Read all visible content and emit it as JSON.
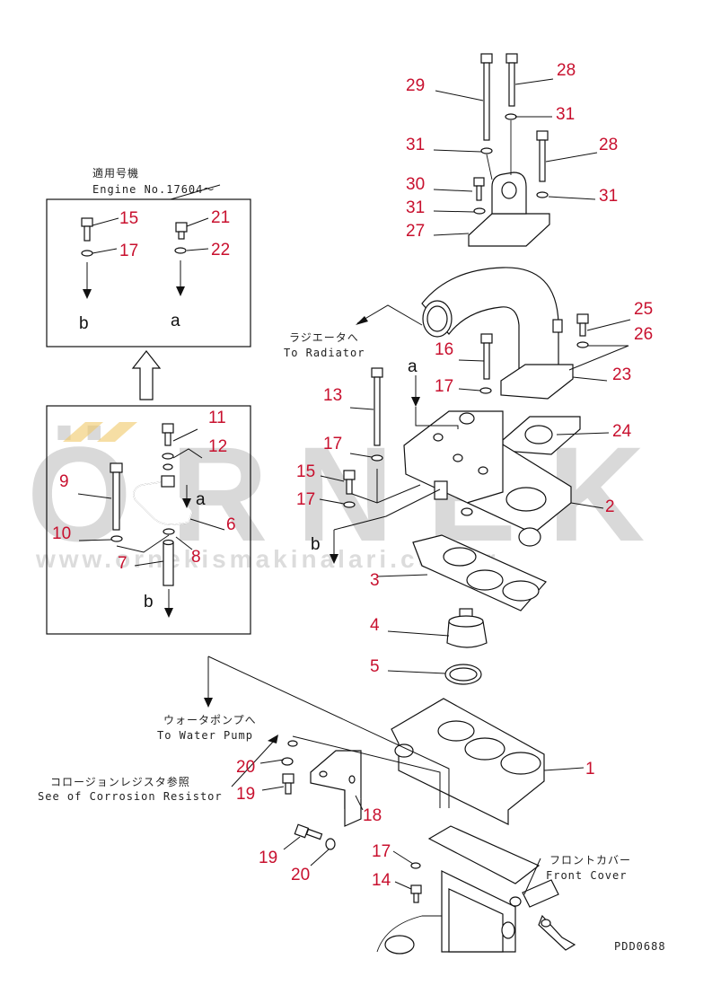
{
  "watermark": {
    "letters": [
      "Ö",
      "R",
      "N",
      "E",
      "K"
    ],
    "url": "www.ornekismakinalari.com.tr"
  },
  "inset_top": {
    "title_jp": "適用号機",
    "title_en": "Engine No.17604～",
    "refs": [
      "b",
      "a"
    ]
  },
  "inset_bottom": {
    "refs": [
      "a",
      "b"
    ]
  },
  "labels": {
    "radiator_jp": "ラジエータへ",
    "radiator_en": "To Radiator",
    "pump_jp": "ウォータポンプへ",
    "pump_en": "To Water Pump",
    "corrosion_jp": "コロージョンレジスタ参照",
    "corrosion_en": "See of Corrosion Resistor",
    "front_jp": "フロントカバー",
    "front_en": "Front Cover",
    "drawing_no": "PDD0688"
  },
  "callouts": {
    "c1": "1",
    "c2": "2",
    "c3": "3",
    "c4": "4",
    "c5": "5",
    "c6": "6",
    "c7": "7",
    "c8": "8",
    "c9": "9",
    "c10": "10",
    "c11": "11",
    "c12": "12",
    "c13": "13",
    "c14": "14",
    "c15a": "15",
    "c15b": "15",
    "c16": "16",
    "c17a": "17",
    "c17b": "17",
    "c17c": "17",
    "c17d": "17",
    "c17e": "17",
    "c18": "18",
    "c19a": "19",
    "c19b": "19",
    "c20a": "20",
    "c20b": "20",
    "c21": "21",
    "c22": "22",
    "c23": "23",
    "c24": "24",
    "c25": "25",
    "c26": "26",
    "c27": "27",
    "c28a": "28",
    "c28b": "28",
    "c29": "29",
    "c30": "30",
    "c31a": "31",
    "c31b": "31",
    "c31c": "31",
    "c31d": "31"
  },
  "main_refs": [
    "a",
    "b"
  ],
  "colors": {
    "callout": "#c8102e",
    "watermark": "#d9d9d9",
    "line": "#111111"
  }
}
